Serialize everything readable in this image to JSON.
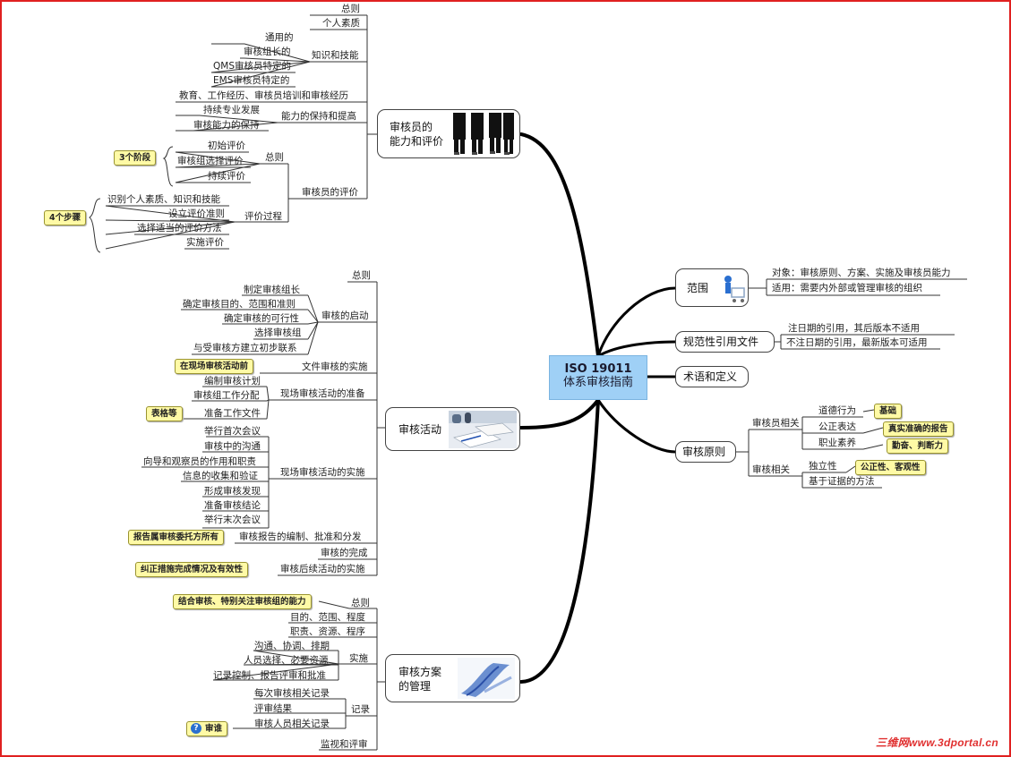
{
  "center": {
    "line1": "ISO 19011",
    "line2": "体系审核指南"
  },
  "left1": {
    "title_line1": "审核员的",
    "title_line2": "能力和评价",
    "items": {
      "zongze": "总则",
      "gerensuzhi": "个人素质",
      "zhishijineng": "知识和技能",
      "tongyong": "通用的",
      "zuzhang": "审核组长的",
      "qms": "QMS审核员特定的",
      "ems": "EMS审核员特定的",
      "jiaoyu": "教育、工作经历、审核员培训和审核经历",
      "chixuzhuanye": "持续专业发展",
      "nenglibaochi": "审核能力的保持",
      "nengli_tigao": "能力的保持和提高",
      "chushipingjia": "初始评价",
      "zuxuanze": "审核组选择评价",
      "chixupingjia": "持续评价",
      "zongze2": "总则",
      "shibie": "识别个人素质、知识和技能",
      "sheli": "设立评价准则",
      "xuanze": "选择适当的评价方法",
      "shishi": "实施评价",
      "pingjiaguocheng": "评价过程",
      "shenheyuanpingjia": "审核员的评价"
    },
    "notes": {
      "three": "3个阶段",
      "four": "4个步骤"
    }
  },
  "left2": {
    "title": "审核活动",
    "items": {
      "zongze": "总则",
      "zhiding": "制定审核组长",
      "queding": "确定审核目的、范围和准则",
      "kexing": "确定审核的可行性",
      "xuanzezu": "选择审核组",
      "lianxi": "与受审核方建立初步联系",
      "qidong": "审核的启动",
      "wenjian": "文件审核的实施",
      "jihua": "编制审核计划",
      "fenpei": "审核组工作分配",
      "zhunbeiwenjian": "准备工作文件",
      "zhunbei": "现场审核活动的准备",
      "shouci": "举行首次会议",
      "goutong": "审核中的沟通",
      "xiangdao": "向导和观察员的作用和职责",
      "xinxi": "信息的收集和验证",
      "faxian": "形成审核发现",
      "jielun": "准备审核结论",
      "moci": "举行末次会议",
      "shishi": "现场审核活动的实施",
      "baogao": "审核报告的编制、批准和分发",
      "wancheng": "审核的完成",
      "houxu": "审核后续活动的实施"
    },
    "notes": {
      "xianchang": "在现场审核活动前",
      "biaoge": "表格等",
      "baogao": "报告属审核委托方所有",
      "jiuzheng": "纠正措施完成情况及有效性"
    }
  },
  "left3": {
    "title_line1": "审核方案",
    "title_line2": "的管理",
    "items": {
      "zongze": "总则",
      "mudi": "目的、范围、程度",
      "zhize": "职责、资源、程序",
      "goutong": "沟通、协调、排期",
      "renyuan": "人员选择、必要资源",
      "jilukongzhi": "记录控制、报告评审和批准",
      "shishi": "实施",
      "meici": "每次审核相关记录",
      "pingshen": "评审结果",
      "renyuanjilu": "审核人员相关记录",
      "jilu": "记录",
      "jianshi": "监视和评审"
    },
    "notes": {
      "jiehe": "结合审核、特别关注审核组的能力",
      "shuishen": "审谁"
    }
  },
  "right": {
    "fanwei": {
      "title": "范围",
      "items": [
        "对象：审核原则、方案、实施及审核员能力",
        "适用：需要内外部或管理审核的组织"
      ]
    },
    "guifan": {
      "title": "规范性引用文件",
      "items": [
        "注日期的引用，其后版本不适用",
        "不注日期的引用，最新版本可适用"
      ]
    },
    "shuyu": {
      "title": "术语和定义"
    },
    "yuanze": {
      "title": "审核原则",
      "g1": "审核员相关",
      "g2": "审核相关",
      "daode": "道德行为",
      "gongzheng": "公正表达",
      "zhiye": "职业素养",
      "duli": "独立性",
      "zhengju": "基于证据的方法",
      "n_jichu": "基础",
      "n_zhenshi": "真实准确的报告",
      "n_qinmian": "勤奋、判断力",
      "n_gongzheng": "公正性、客观性"
    }
  },
  "watermark": "三维网www.3dportal.cn"
}
